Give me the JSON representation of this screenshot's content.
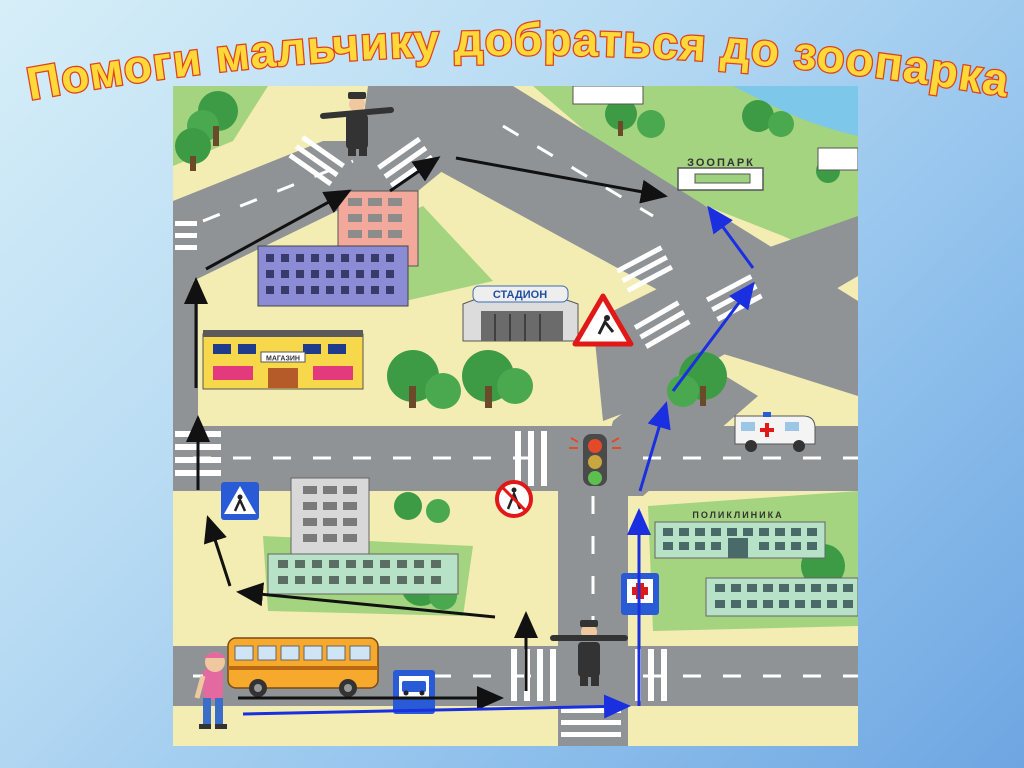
{
  "title": "Помоги мальчику добраться до зоопарка",
  "colors": {
    "title_fill": "#ffd83a",
    "title_stroke": "#e0401a",
    "grass": "#f3edb4",
    "lawn": "#9fd27e",
    "road": "#8f9396",
    "water": "#7cc7ea",
    "black_route": "#111111",
    "blue_route": "#1a2fe0"
  },
  "labels": {
    "zoo": "ЗООПАРК",
    "stadium": "СТАДИОН",
    "shop": "МАГАЗИН",
    "clinic": "ПОЛИКЛИНИКА"
  },
  "icons": [
    "police-officer-icon",
    "traffic-light-icon",
    "pedestrian-crossing-sign-icon",
    "no-pedestrians-sign-icon",
    "road-works-sign-icon",
    "bus-stop-sign-icon",
    "hospital-sign-icon",
    "ambulance-icon",
    "bus-icon",
    "boy-icon",
    "tree-icon"
  ]
}
